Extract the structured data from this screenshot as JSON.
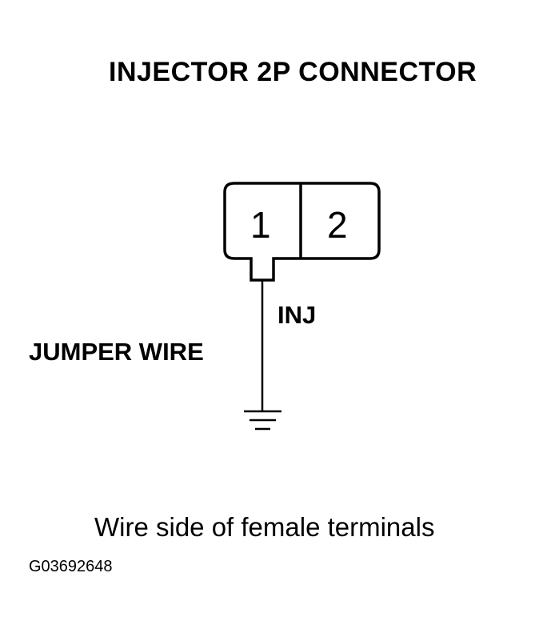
{
  "title": "INJECTOR 2P CONNECTOR",
  "connector": {
    "pins": [
      "1",
      "2"
    ]
  },
  "wire_label": "INJ",
  "jumper_label": "JUMPER WIRE",
  "caption": "Wire side of female terminals",
  "figure_id": "G03692648",
  "icons": {
    "ground": "ground-symbol-icon"
  }
}
